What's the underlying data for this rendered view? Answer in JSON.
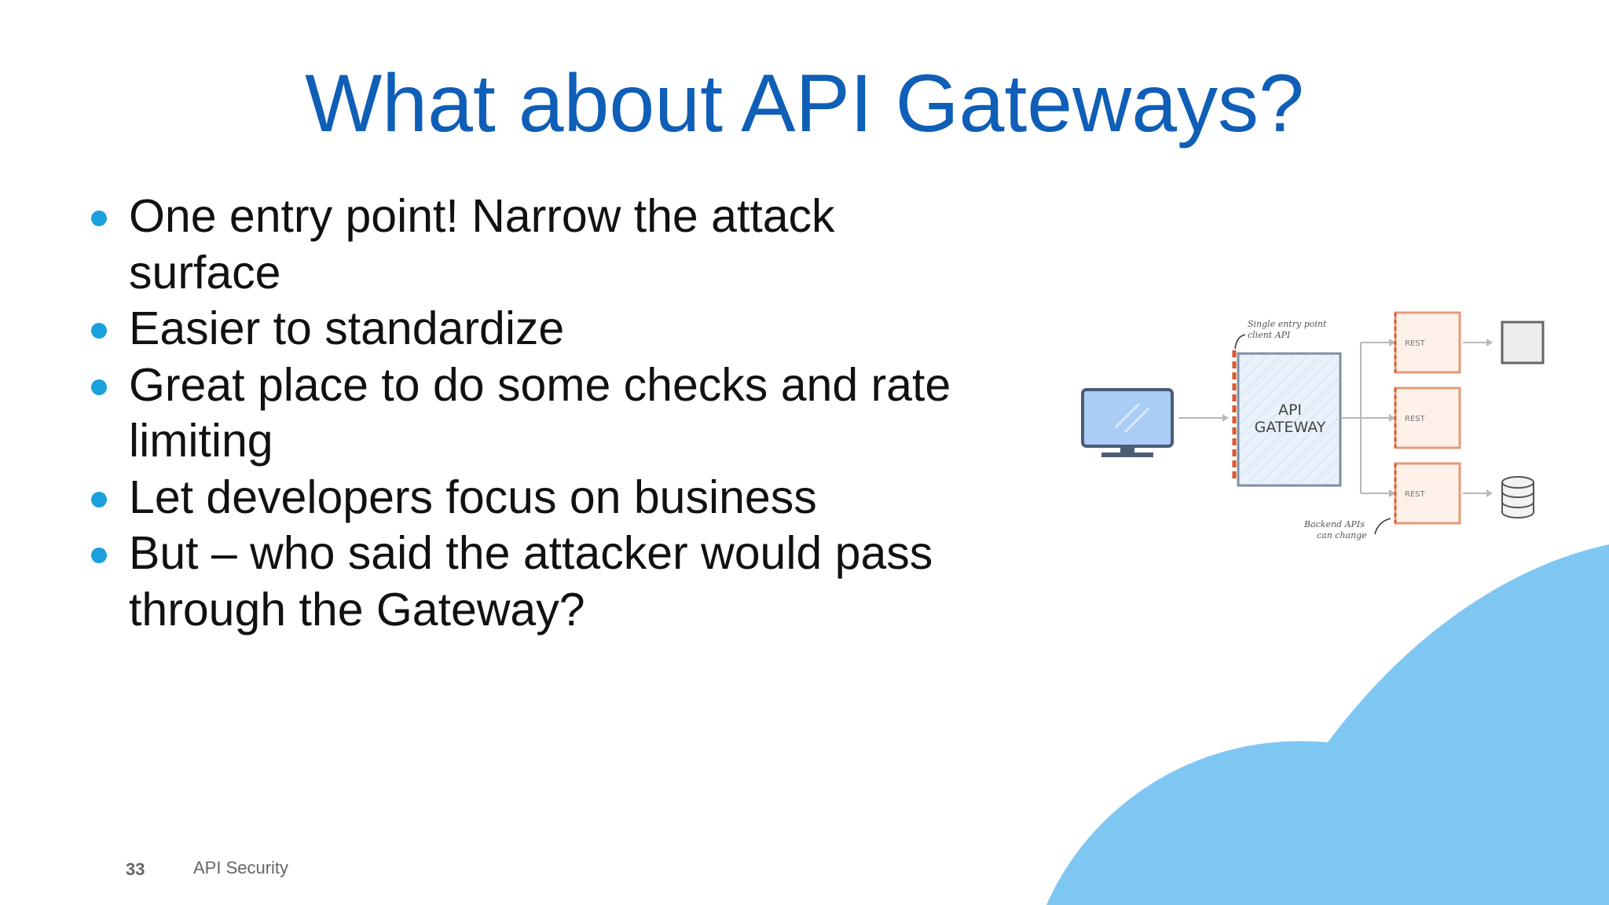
{
  "slide": {
    "title": "What about API Gateways?",
    "bullets": [
      "One entry point! Narrow the attack surface",
      "Easier to standardize",
      "Great place to do some checks and rate limiting",
      "Let developers focus on business",
      "But – who said the attacker  would pass through the Gateway?"
    ],
    "colors": {
      "title": "#0f5eb7",
      "bullet_dot": "#1aa0dc",
      "cloud": "#7fc7f3"
    }
  },
  "diagram": {
    "note_top": [
      "Single entry point",
      "client API"
    ],
    "gateway_label": [
      "API",
      "GATEWAY"
    ],
    "services": [
      "REST",
      "REST",
      "REST"
    ],
    "note_bottom": [
      "Backend APIs",
      "can change"
    ],
    "icons": [
      "computer-icon",
      "box-icon",
      "database-icon"
    ]
  },
  "footer": {
    "page_number": "33",
    "text": "API Security"
  }
}
